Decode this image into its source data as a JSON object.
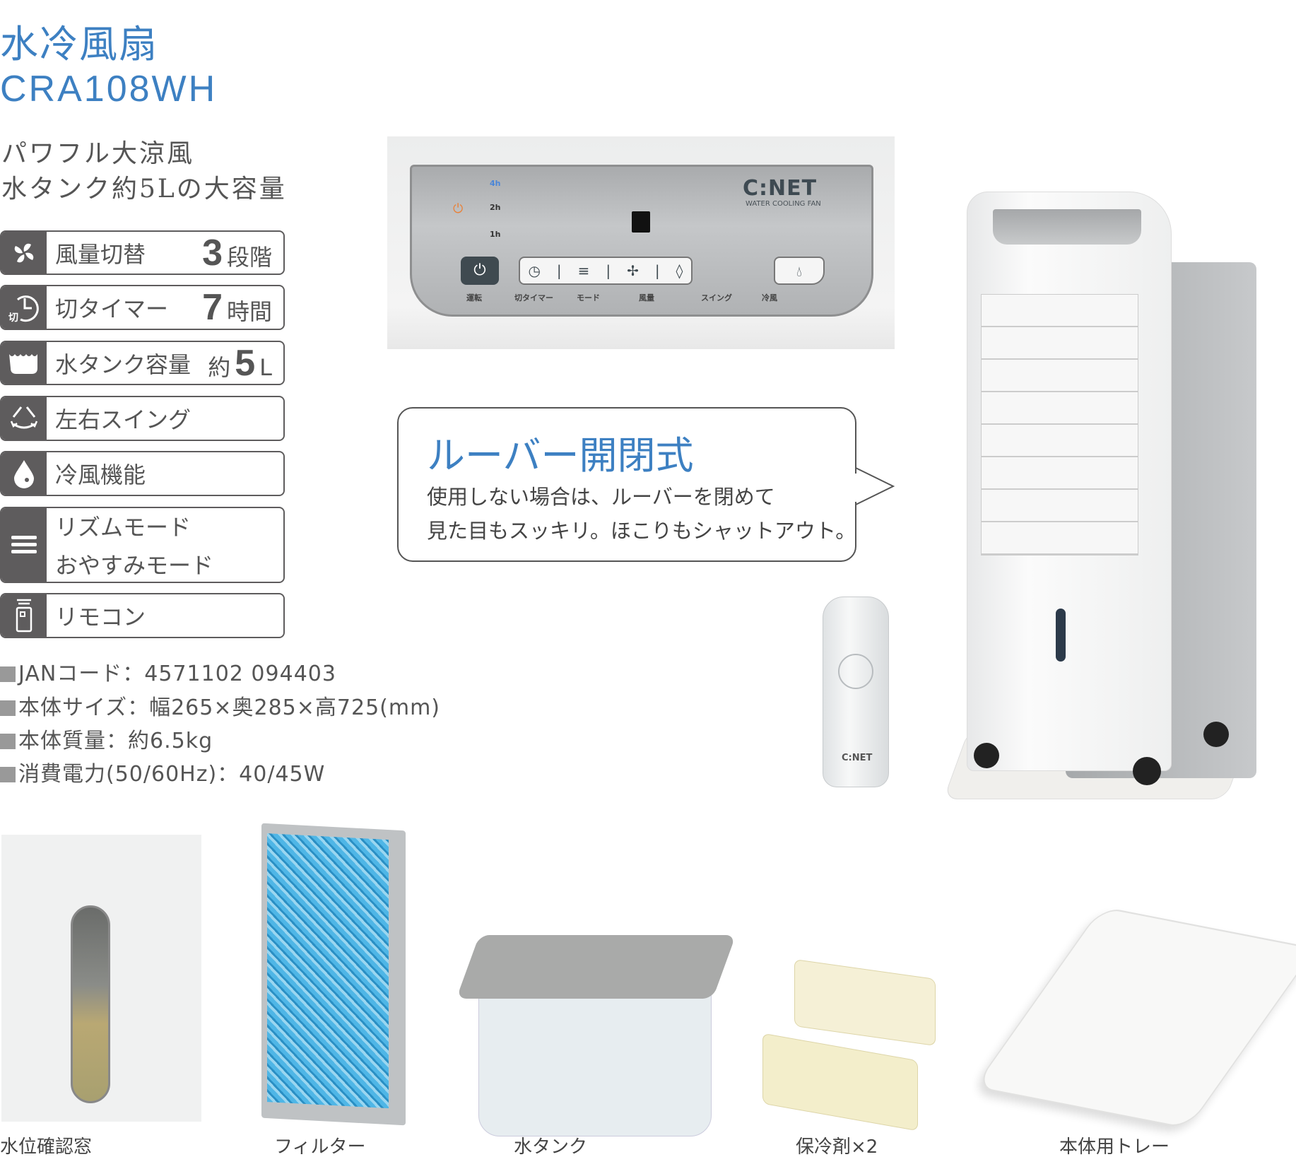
{
  "header": {
    "title": "水冷風扇",
    "model": "CRA108WH"
  },
  "taglines": [
    "パワフル大涼風",
    "水タンク約5Lの大容量"
  ],
  "features": [
    {
      "icon": "fan-icon",
      "label": "風量切替",
      "value": "3",
      "unit": "段階"
    },
    {
      "icon": "off-timer-icon",
      "icon_text": "切",
      "label": "切タイマー",
      "value": "7",
      "unit": "時間"
    },
    {
      "icon": "water-tank-icon",
      "label": "水タンク容量",
      "prefix": "約",
      "value": "5",
      "unit": "L"
    },
    {
      "icon": "swing-icon",
      "label": "左右スイング"
    },
    {
      "icon": "water-drop-icon",
      "label": "冷風機能"
    },
    {
      "icon": "menu-icon",
      "label": "リズムモード",
      "label2": "おやすみモード"
    },
    {
      "icon": "remote-icon",
      "label": "リモコン"
    }
  ],
  "specs": [
    "JANコード：4571102 094403",
    "本体サイズ：幅265×奥285×高725(mm)",
    "本体質量：約6.5kg",
    "消費電力(50/60Hz)：40/45W"
  ],
  "panel": {
    "brand": "C:NET",
    "brand_sub": "WATER COOLING FAN",
    "timer_levels": [
      "4h",
      "2h",
      "1h"
    ],
    "buttons": [
      "運転",
      "切タイマー",
      "モード",
      "風量",
      "スイング",
      "冷風"
    ],
    "accent_power": "#e8823a",
    "accent_led": "#4a86d8"
  },
  "callout": {
    "title": "ルーバー開閉式",
    "lines": [
      "使用しない場合は、ルーバーを閉めて",
      "見た目もスッキリ。ほこりもシャットアウト。"
    ]
  },
  "remote": {
    "brand": "C:NET"
  },
  "accessories": [
    {
      "label": "水位確認窓"
    },
    {
      "label": "フィルター"
    },
    {
      "label": "水タンク"
    },
    {
      "label": "保冷剤×2"
    },
    {
      "label": "本体用トレー"
    }
  ],
  "colors": {
    "title": "#3d80c2",
    "icon_bg": "#5e5c5d"
  }
}
